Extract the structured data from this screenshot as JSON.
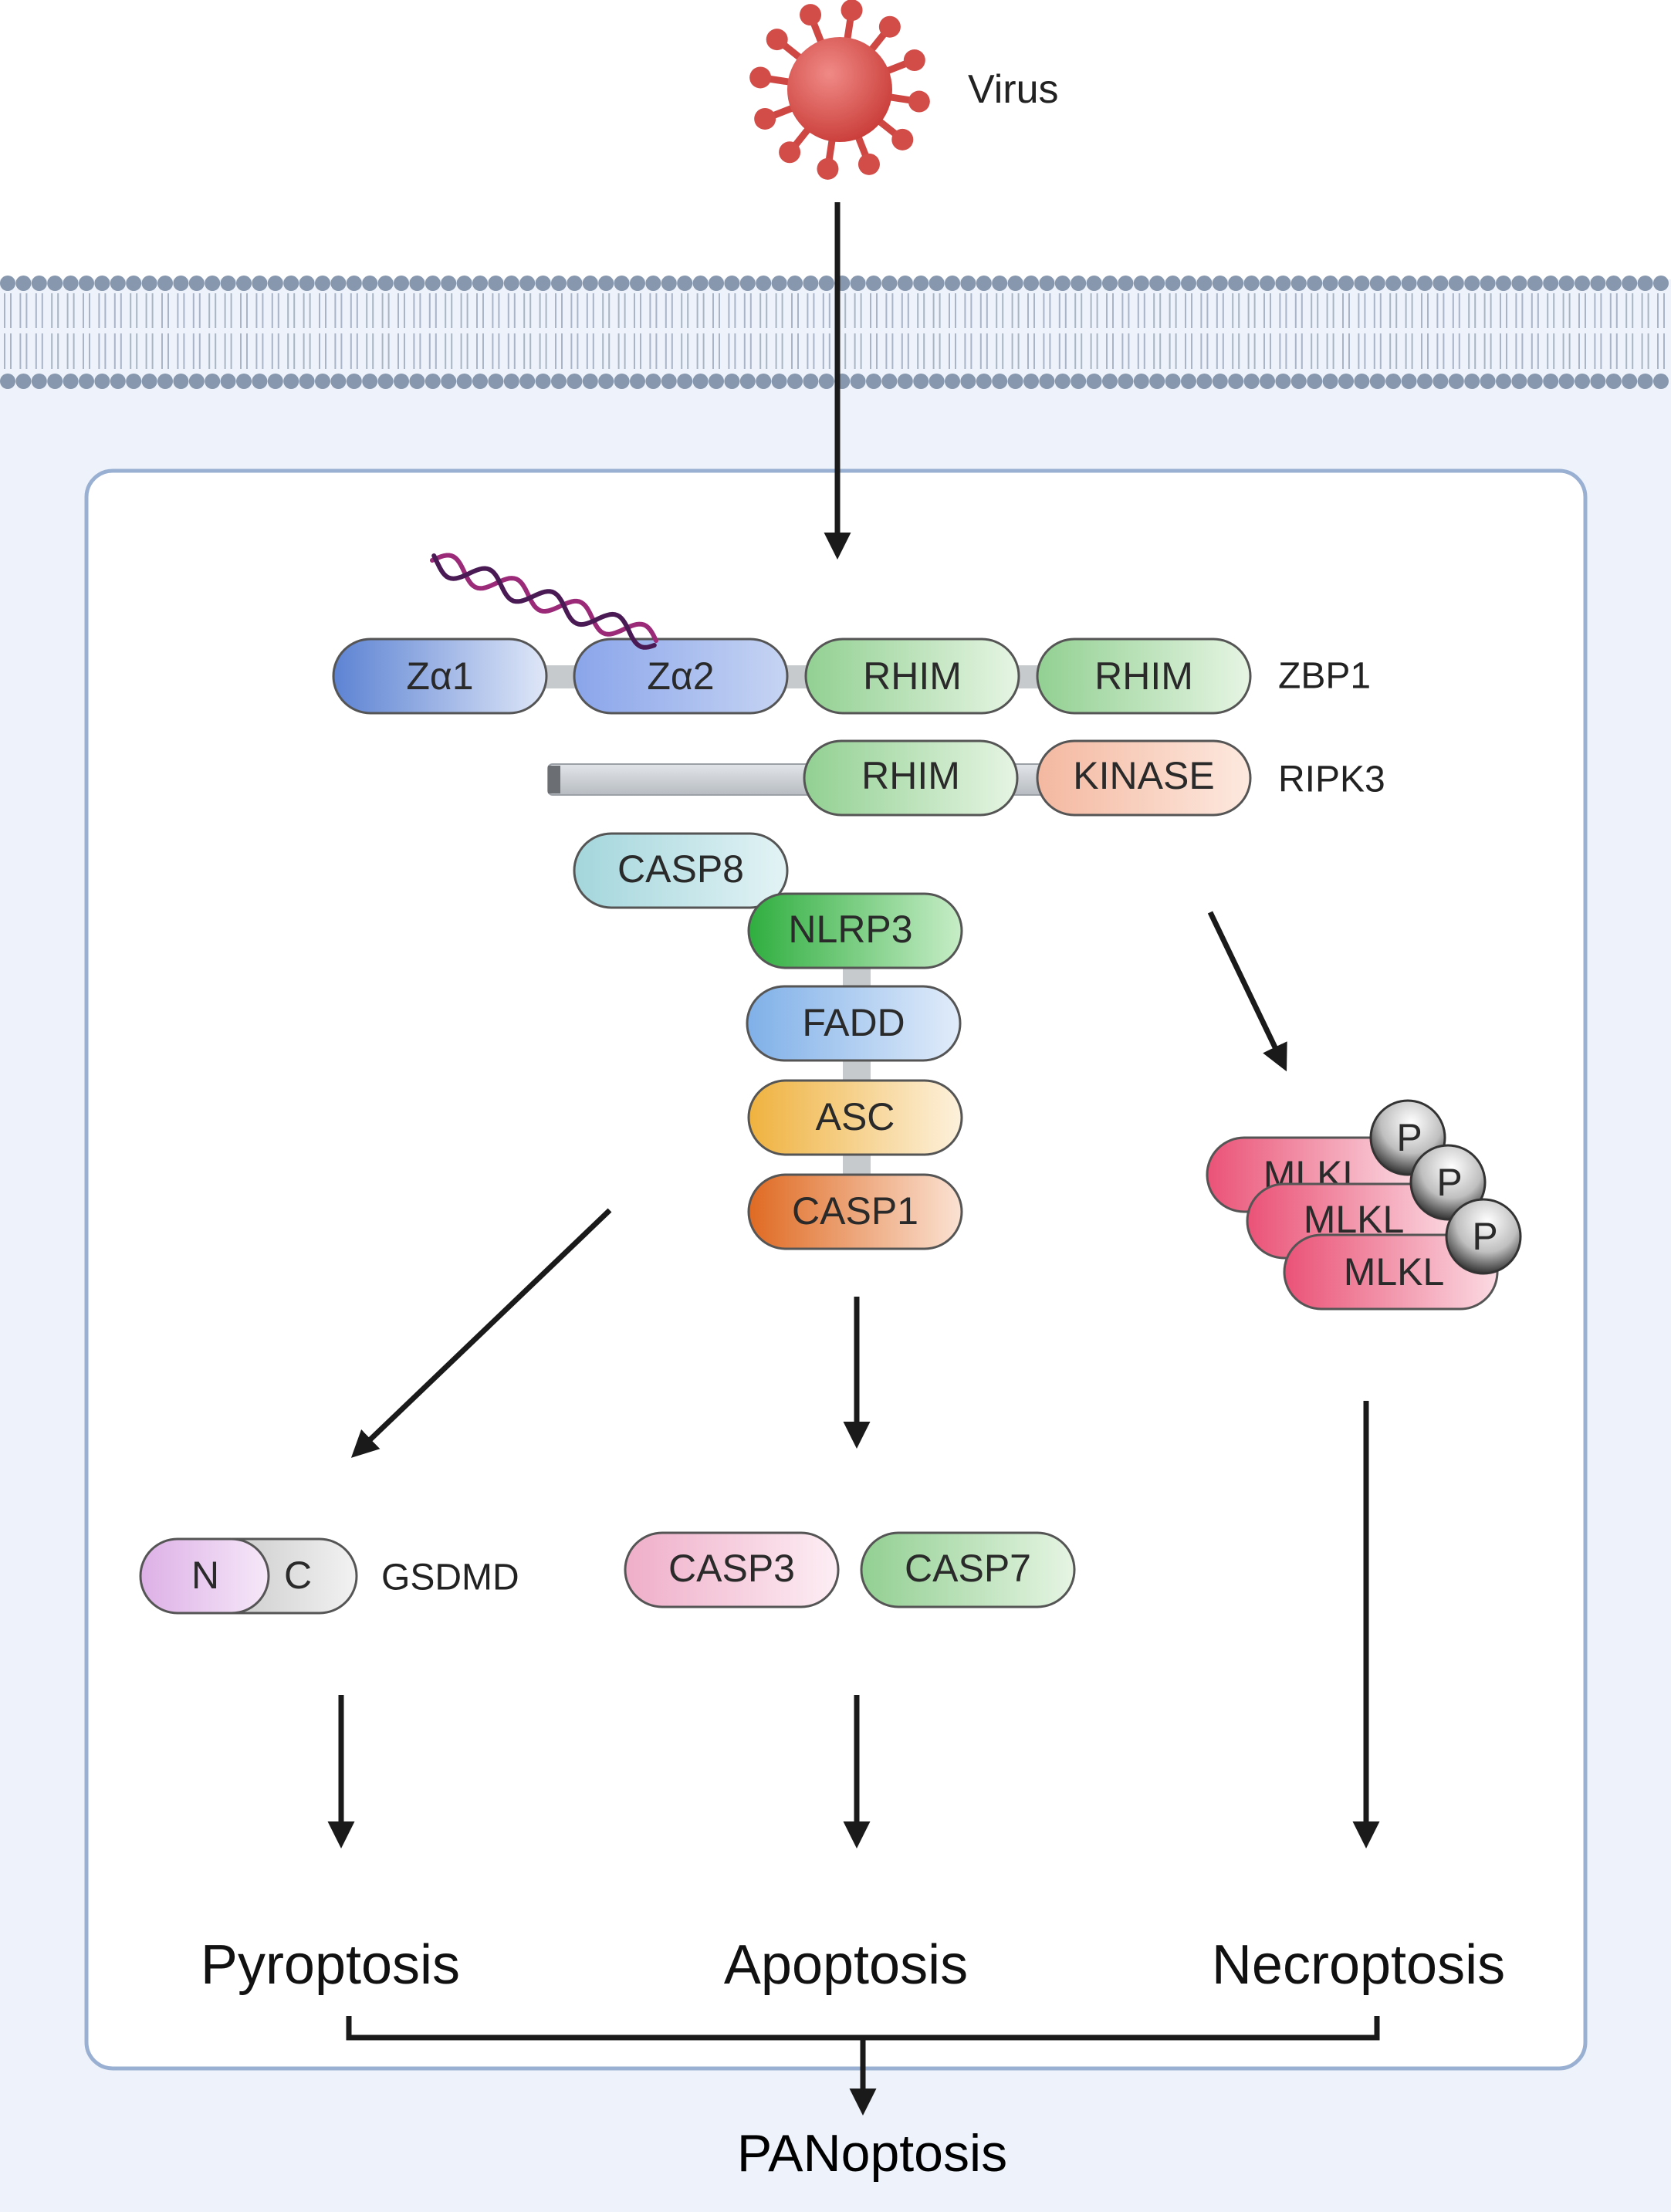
{
  "labels": {
    "virus": "Virus",
    "zbp1": "ZBP1",
    "ripk3": "RIPK3",
    "gsdmd": "GSDMD",
    "pyroptosis": "Pyroptosis",
    "apoptosis": "Apoptosis",
    "necroptosis": "Necroptosis",
    "panoptosis": "PANoptosis"
  },
  "zbp1_domains": [
    "Zα1",
    "Zα2",
    "RHIM",
    "RHIM"
  ],
  "ripk3_domains": [
    "RHIM",
    "KINASE"
  ],
  "complex": {
    "casp8": "CASP8",
    "nlrp3": "NLRP3",
    "fadd": "FADD",
    "asc": "ASC",
    "casp1": "CASP1"
  },
  "mlkl": [
    "MLKL",
    "MLKL",
    "MLKL"
  ],
  "phospho": "P",
  "gsdmd_parts": {
    "n": "N",
    "c": "C"
  },
  "caspases": {
    "casp3": "CASP3",
    "casp7": "CASP7"
  },
  "colors": {
    "background": "#eef3fb",
    "cell_border": "#8fa7cc",
    "membrane_head": "#8a9bb2",
    "virus": "#d9534f",
    "zalpha": "#6a8fd8",
    "rhim": "#8ccf8c",
    "kinase": "#f3b59b",
    "casp8": "#a9d9df",
    "nlrp3": "#3db34a",
    "fadd": "#86b3e6",
    "asc": "#efb54a",
    "casp1": "#e0702a",
    "mlkl": "#ec5a7c",
    "gsdmd_n": "#e3b7ea",
    "casp3": "#f0b4cc",
    "casp7": "#9ed39e"
  }
}
